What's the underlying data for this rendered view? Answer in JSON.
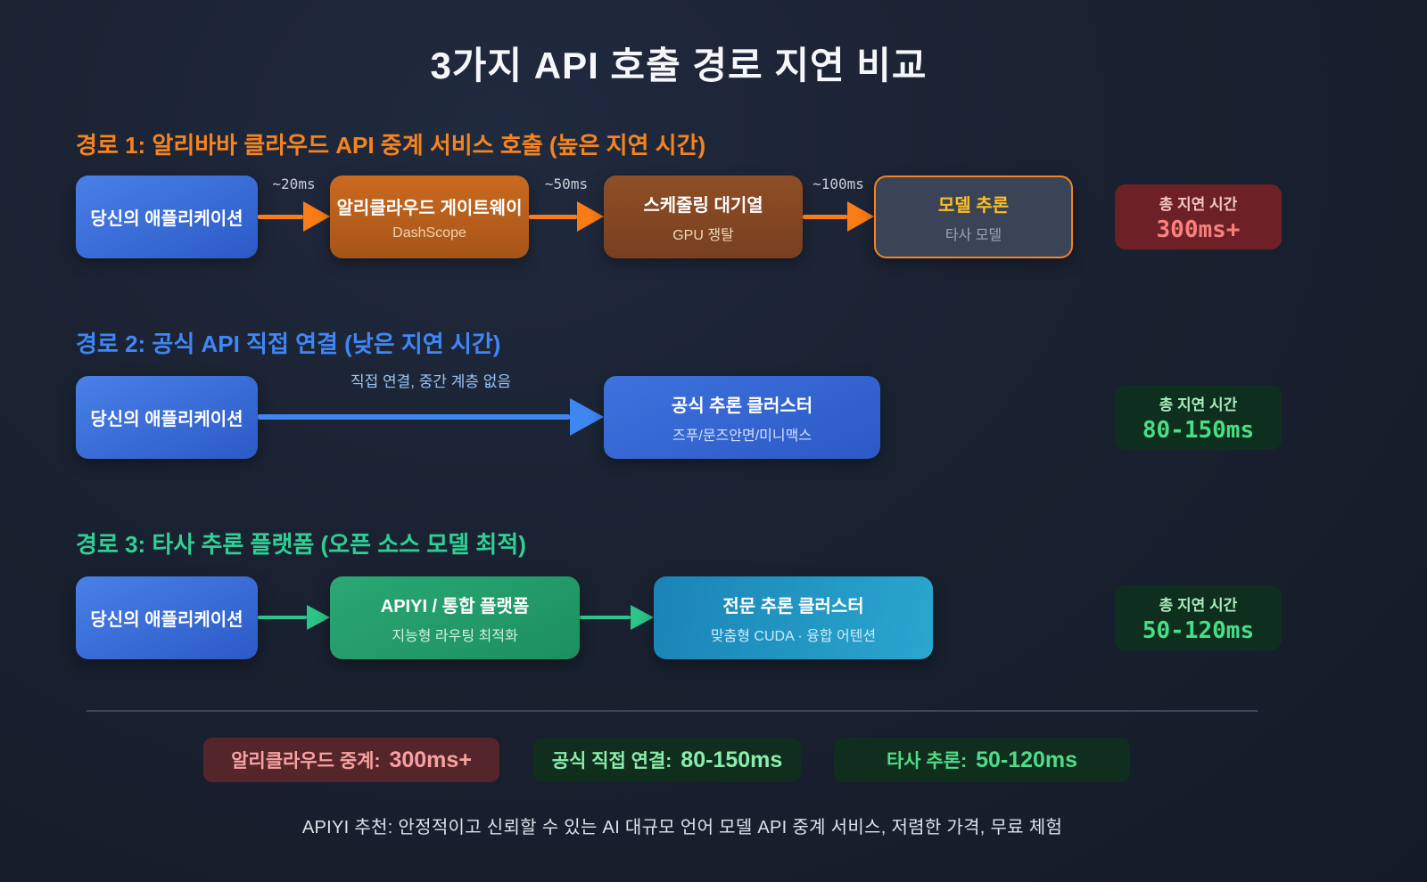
{
  "title": "3가지 API 호출 경로 지연 비교",
  "paths": [
    {
      "header": "경로 1: 알리바바 클라우드 API 중계 서비스 호출 (높은 지연 시간)",
      "nodes": [
        {
          "title": "당신의 애플리케이션"
        },
        {
          "title": "알리클라우드 게이트웨이",
          "subtitle": "DashScope"
        },
        {
          "title": "스케줄링 대기열",
          "subtitle": "GPU 쟁탈"
        },
        {
          "title": "모델 추론",
          "subtitle": "타사 모델"
        }
      ],
      "arrow_labels": [
        "~20ms",
        "~50ms",
        "~100ms"
      ],
      "result": {
        "label": "총 지연 시간",
        "value": "300ms+"
      }
    },
    {
      "header": "경로 2: 공식 API 직접 연결 (낮은 지연 시간)",
      "nodes": [
        {
          "title": "당신의 애플리케이션"
        },
        {
          "title": "공식 추론 클러스터",
          "subtitle": "즈푸/문즈안면/미니맥스"
        }
      ],
      "arrow_labels": [
        "직접 연결, 중간 계층 없음"
      ],
      "result": {
        "label": "총 지연 시간",
        "value": "80-150ms"
      }
    },
    {
      "header": "경로 3: 타사 추론 플랫폼 (오픈 소스 모델 최적)",
      "nodes": [
        {
          "title": "당신의 애플리케이션"
        },
        {
          "title": "APIYI / 통합 플랫폼",
          "subtitle": "지능형 라우팅 최적화"
        },
        {
          "title": "전문 추론 클러스터",
          "subtitle": "맞춤형 CUDA · 융합 어텐션"
        }
      ],
      "result": {
        "label": "총 지연 시간",
        "value": "50-120ms"
      }
    }
  ],
  "summary_badges": [
    {
      "label": "알리클라우드 중계:",
      "value": "300ms+"
    },
    {
      "label": "공식 직접 연결:",
      "value": "80-150ms"
    },
    {
      "label": "타사 추론:",
      "value": "50-120ms"
    }
  ],
  "footer": "APIYI 추천: 안정적이고 신뢰할 수 있는 AI 대규모 언어 모델 API 중계 서비스, 저렴한 가격, 무료 체험",
  "colors": {
    "background": "#19202f",
    "path1_accent": "#f58420",
    "path2_accent": "#3f87f6",
    "path3_accent": "#2fcf96",
    "app_box_blue": "#3a6fd8",
    "gateway_orange": "#ca6a20",
    "queue_brown": "#8f4e26",
    "model_box_slate": "#3b4456",
    "model_title_gold": "#fbbf24",
    "teal_box": "#2296c3",
    "result_red_bg": "#6d2127",
    "result_red_value": "#f8807f",
    "result_green_bg": "#0f2f1e",
    "result_green_value": "#47df85",
    "badge_red_text": "#f9a1a1",
    "badge_green_text": "#4fdc86"
  }
}
